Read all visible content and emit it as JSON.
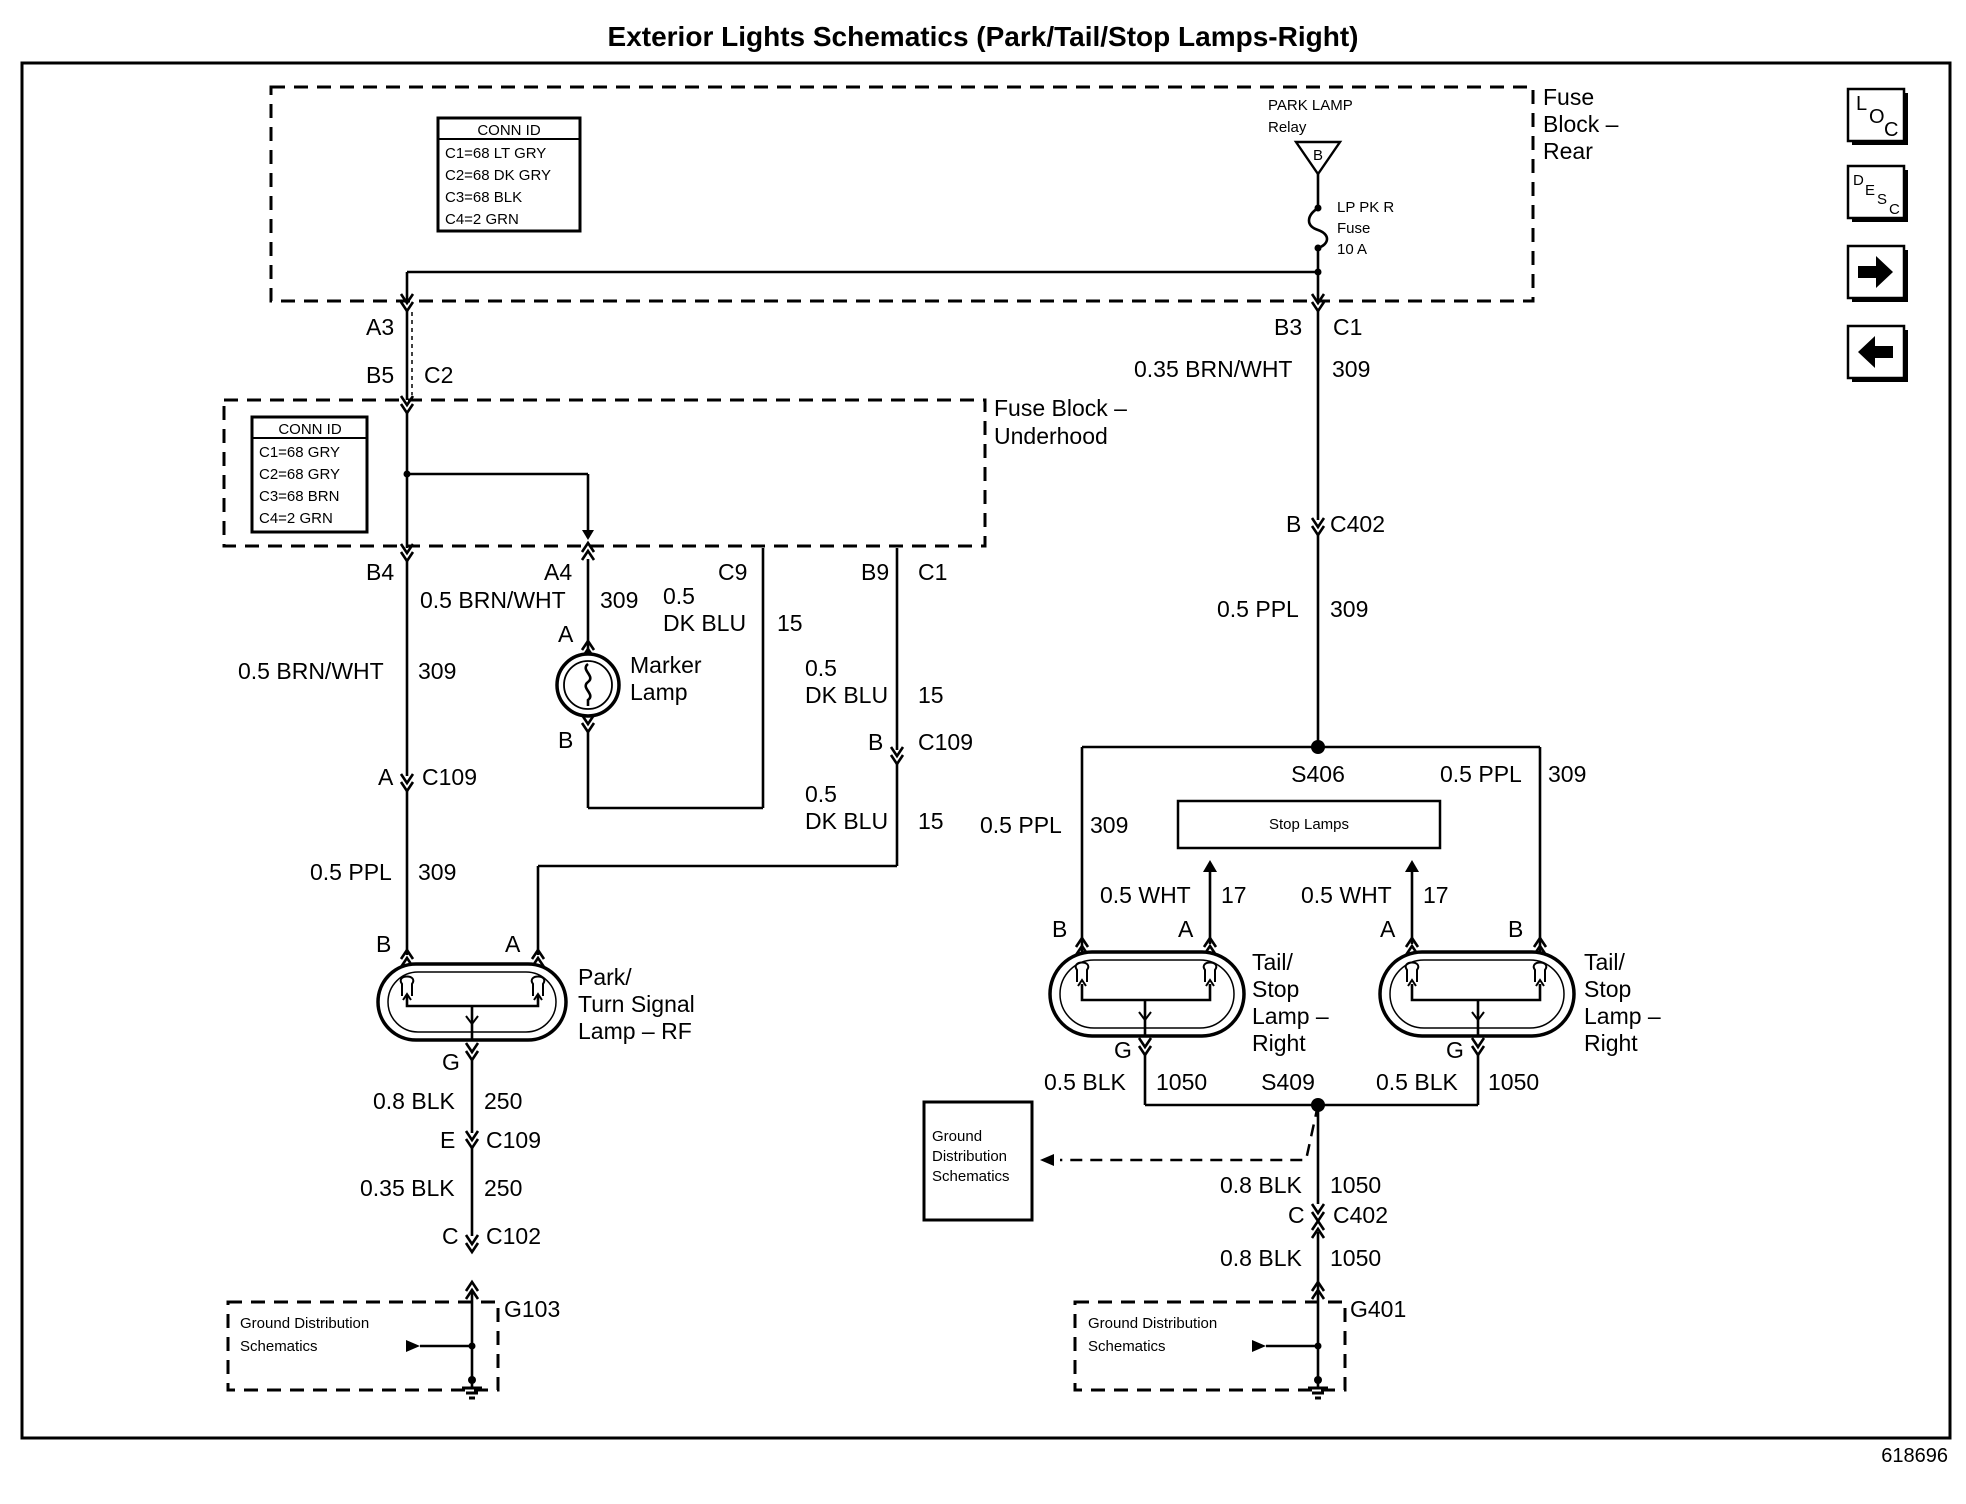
{
  "title": "Exterior Lights Schematics (Park/Tail/Stop Lamps-Right)",
  "figure_id": "618696",
  "nav": {
    "loc": "LOC",
    "desc": "DESC",
    "next": "next-arrow-icon",
    "prev": "prev-arrow-icon"
  },
  "fuse_block_rear": {
    "label_lines": [
      "Fuse",
      "Block –",
      "Rear"
    ],
    "conn_id": {
      "header": "CONN ID",
      "rows": [
        "C1=68 LT GRY",
        "C2=68 DK GRY",
        "C3=68 BLK",
        "C4=2 GRN"
      ]
    },
    "relay": {
      "lines": [
        "PARK LAMP",
        "Relay"
      ],
      "pin": "B"
    },
    "fuse": {
      "lines": [
        "LP PK R",
        "Fuse",
        "10 A"
      ]
    }
  },
  "fuse_block_underhood": {
    "label_lines": [
      "Fuse Block –",
      "Underhood"
    ],
    "conn_id": {
      "header": "CONN ID",
      "rows": [
        "C1=68 GRY",
        "C2=68 GRY",
        "C3=68 BRN",
        "C4=2 GRN"
      ]
    }
  },
  "labels": {
    "a3": "A3",
    "b5": "B5",
    "c2": "C2",
    "b3": "B3",
    "c1_top": "C1",
    "w_brnwht_top": "0.35 BRN/WHT",
    "n_309_top": "309",
    "b4": "B4",
    "a4": "A4",
    "c9": "C9",
    "b9": "B9",
    "c1_mid": "C1",
    "w_brnwht_a4": "0.5 BRN/WHT",
    "n_309_a4": "309",
    "w_05_c9": "0.5",
    "w_dkblu_c9": "DK BLU",
    "n_15_c9": "15",
    "w_brnwht_left": "0.5 BRN/WHT",
    "n_309_left": "309",
    "w_05_b9": "0.5",
    "w_dkblu_b9": "DK BLU",
    "n_15_b9": "15",
    "pin_a_marker": "A",
    "pin_b_marker": "B",
    "marker_lamp_1": "Marker",
    "marker_lamp_2": "Lamp",
    "pin_b_c109": "B",
    "c109_right": "C109",
    "w_05_low": "0.5",
    "w_dkblu_low": "DK BLU",
    "n_15_low": "15",
    "pin_a_c109": "A",
    "c109_left": "C109",
    "w_ppl_left": "0.5 PPL",
    "n_309_ppl_left": "309",
    "pin_b_park": "B",
    "pin_a_park": "A",
    "park_1": "Park/",
    "park_2": "Turn Signal",
    "park_3": "Lamp – RF",
    "pin_g_park": "G",
    "w_blk_08": "0.8 BLK",
    "n_250_a": "250",
    "pin_e": "E",
    "c109_e": "C109",
    "w_blk_035": "0.35 BLK",
    "n_250_b": "250",
    "pin_c": "C",
    "c102": "C102",
    "g103": "G103",
    "gd_left_1": "Ground Distribution",
    "gd_left_2": "Schematics",
    "pin_b_c402": "B",
    "c402_top": "C402",
    "w_ppl_right": "0.5 PPL",
    "n_309_right": "309",
    "s406": "S406",
    "w_ppl_s406_r": "0.5 PPL",
    "n_309_s406_r": "309",
    "w_ppl_s406_l": "0.5 PPL",
    "n_309_s406_l": "309",
    "stop_lamps": "Stop Lamps",
    "w_wht_l": "0.5 WHT",
    "n_17_l": "17",
    "w_wht_r": "0.5 WHT",
    "n_17_r": "17",
    "pin_b_ts1": "B",
    "pin_a_ts1": "A",
    "pin_a_ts2": "A",
    "pin_b_ts2": "B",
    "ts1_1": "Tail/",
    "ts1_2": "Stop",
    "ts1_3": "Lamp –",
    "ts1_4": "Right",
    "ts2_1": "Tail/",
    "ts2_2": "Stop",
    "ts2_3": "Lamp –",
    "ts2_4": "Right",
    "pin_g_ts1": "G",
    "pin_g_ts2": "G",
    "w_blk_ts1": "0.5 BLK",
    "n_1050_ts1": "1050",
    "s409": "S409",
    "w_blk_ts2": "0.5 BLK",
    "n_1050_ts2": "1050",
    "gd_mid_1": "Ground",
    "gd_mid_2": "Distribution",
    "gd_mid_3": "Schematics",
    "w_blk_c402a": "0.8 BLK",
    "n_1050_c402a": "1050",
    "pin_c_c402": "C",
    "c402_bottom": "C402",
    "w_blk_c402b": "0.8 BLK",
    "n_1050_c402b": "1050",
    "g401": "G401",
    "gd_right_1": "Ground Distribution",
    "gd_right_2": "Schematics"
  }
}
